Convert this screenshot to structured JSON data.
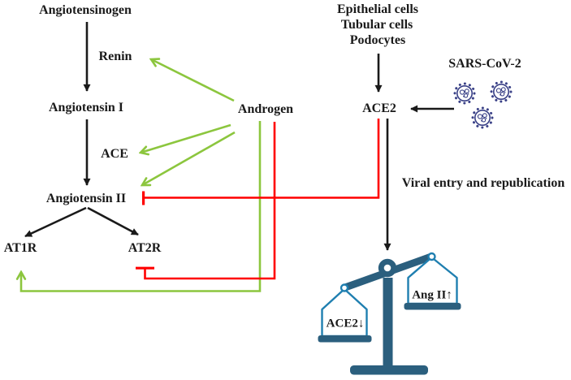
{
  "labels": {
    "angiotensinogen": "Angiotensinogen",
    "renin": "Renin",
    "angiotensin_i": "Angiotensin I",
    "ace": "ACE",
    "angiotensin_ii": "Angiotensin II",
    "at1r": "AT1R",
    "at2r": "AT2R",
    "androgen": "Androgen",
    "epithelial_cells": "Epithelial cells",
    "tubular_cells": "Tubular cells",
    "podocytes": "Podocytes",
    "ace2": "ACE2",
    "sars_cov_2": "SARS-CoV-2",
    "viral_entry": "Viral entry and republication",
    "scale_left_pan": "ACE2↓",
    "scale_right_pan": "Ang II↑"
  },
  "colors": {
    "background": "#ffffff",
    "text": "#1a1a1a",
    "arrow_black": "#1a1a1a",
    "stimulation_green": "#8cc63e",
    "inhibition_red": "#ff0000",
    "scale_dark": "#2b5f7e",
    "scale_outline": "#1f7fb0",
    "virus_indigo": "#3a4187"
  },
  "balance_scale": {
    "left_pan_label": "ACE2↓",
    "right_pan_label": "Ang II↑",
    "tilt": "left pan lower than right pan"
  },
  "icons": {
    "virus_icon_count": 3
  },
  "edges": [
    {
      "from": "Angiotensinogen",
      "to": "Angiotensin I",
      "via": "Renin",
      "type": "arrow",
      "color": "black"
    },
    {
      "from": "Angiotensin I",
      "to": "Angiotensin II",
      "via": "ACE",
      "type": "arrow",
      "color": "black"
    },
    {
      "from": "Angiotensin II",
      "to": "AT1R",
      "type": "arrow",
      "color": "black"
    },
    {
      "from": "Angiotensin II",
      "to": "AT2R",
      "type": "arrow",
      "color": "black"
    },
    {
      "from": "Epithelial cells / Tubular cells / Podocytes",
      "to": "ACE2",
      "type": "arrow",
      "color": "black"
    },
    {
      "from": "SARS-CoV-2",
      "to": "ACE2",
      "type": "arrow",
      "color": "black"
    },
    {
      "from": "ACE2",
      "to": "balance scale",
      "type": "arrow",
      "color": "black",
      "label": "Viral entry and republication"
    },
    {
      "from": "Androgen",
      "to": "Renin",
      "type": "arrow",
      "color": "green"
    },
    {
      "from": "Androgen",
      "to": "ACE",
      "type": "arrow",
      "color": "green"
    },
    {
      "from": "Androgen",
      "to": "Angiotensin II",
      "type": "arrow",
      "color": "green"
    },
    {
      "from": "Androgen",
      "to": "AT1R",
      "type": "arrow",
      "color": "green"
    },
    {
      "from": "Androgen",
      "to": "AT2R",
      "type": "inhibition",
      "color": "red"
    },
    {
      "from": "ACE2",
      "to": "Angiotensin II",
      "type": "inhibition",
      "color": "red"
    }
  ]
}
